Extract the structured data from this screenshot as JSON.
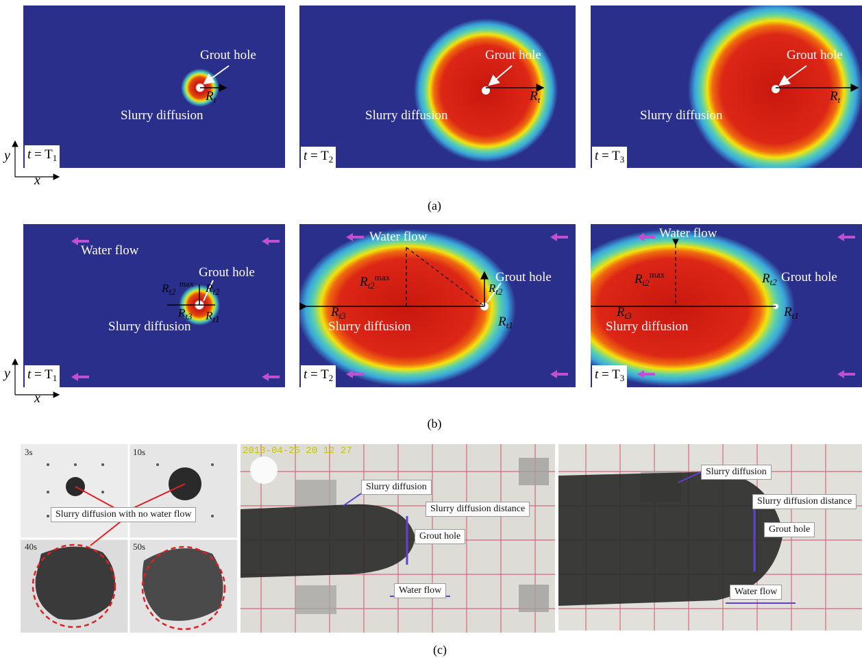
{
  "row_a": {
    "panels": [
      {
        "time_var": "t",
        "time_label": "T",
        "time_sub": "1",
        "hole_label": "Grout hole",
        "diffusion_label": "Slurry diffusion",
        "r_label": "R",
        "r_sub": "t"
      },
      {
        "time_var": "t",
        "time_label": "T",
        "time_sub": "2",
        "hole_label": "Grout hole",
        "diffusion_label": "Slurry diffusion",
        "r_label": "R",
        "r_sub": "t"
      },
      {
        "time_var": "t",
        "time_label": "T",
        "time_sub": "3",
        "hole_label": "Grout hole",
        "diffusion_label": "Slurry diffusion",
        "r_label": "R",
        "r_sub": "t"
      }
    ],
    "caption": "(a)",
    "axis_x": "x",
    "axis_y": "y"
  },
  "row_b": {
    "panels": [
      {
        "time_var": "t",
        "time_label": "T",
        "time_sub": "1",
        "flow_label": "Water flow",
        "hole_label": "Grout hole",
        "diffusion_label": "Slurry diffusion",
        "r": "R",
        "rt1": "t1",
        "rt2": "t2",
        "rt3": "t3",
        "max": "max"
      },
      {
        "time_var": "t",
        "time_label": "T",
        "time_sub": "2",
        "flow_label": "Water flow",
        "hole_label": "Grout hole",
        "diffusion_label": "Slurry diffusion",
        "r": "R",
        "rt1": "t1",
        "rt2": "t2",
        "rt3": "t3",
        "max": "max"
      },
      {
        "time_var": "t",
        "time_label": "T",
        "time_sub": "3",
        "flow_label": "Water flow",
        "hole_label": "Grout hole",
        "diffusion_label": "Slurry diffusion",
        "r": "R",
        "rt1": "t1",
        "rt2": "t2",
        "rt3": "t3",
        "max": "max"
      }
    ],
    "caption": "(b)",
    "axis_x": "x",
    "axis_y": "y",
    "arrow_color": "#c050d0"
  },
  "row_c": {
    "times": [
      "3s",
      "10s",
      "40s",
      "50s"
    ],
    "no_flow_label": "Slurry diffusion with no water flow",
    "timestamp": "2013-04-25 20 12 27",
    "photo2": {
      "diffusion": "Slurry diffusion",
      "distance": "Slurry diffusion distance",
      "hole": "Grout hole",
      "flow": "Water flow"
    },
    "photo3": {
      "diffusion": "Slurry diffusion",
      "distance": "Slurry diffusion distance",
      "hole": "Grout hole",
      "flow": "Water flow"
    },
    "caption": "(c)"
  },
  "colors": {
    "background": "#2b2f8c",
    "core": "#d42316",
    "ring_yellow": "#f2e30c",
    "ring_cyan": "#3ec0c8"
  }
}
